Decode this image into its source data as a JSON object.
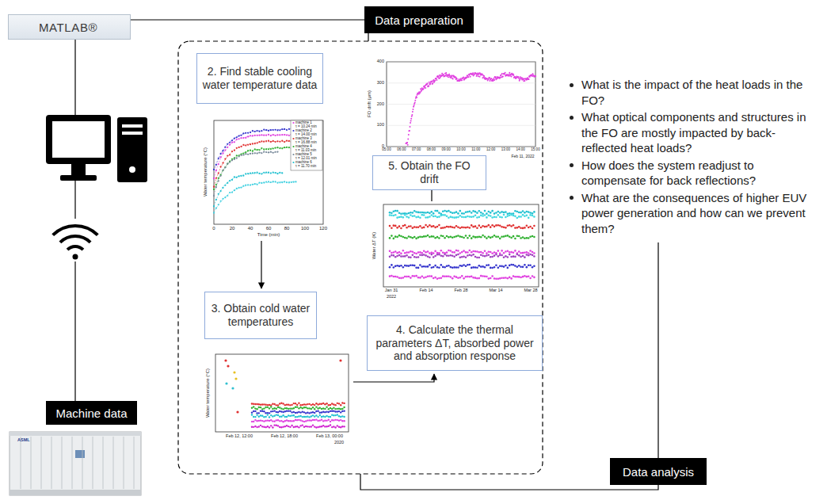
{
  "diagram": {
    "nodes": [
      {
        "text": [
          "MATLAB®"
        ]
      },
      {
        "text": [
          "Data preparation"
        ]
      },
      {
        "text": [
          "2. Find stable cooling water temperature data"
        ]
      },
      {
        "text": [
          "5. Obtain the FO drift"
        ]
      },
      {
        "text": [
          "3. Obtain cold water temperatures"
        ]
      },
      {
        "text": [
          "4. Calculate the thermal parameters ΔT, absorbed power and absorption response"
        ]
      },
      {
        "text": [
          "What is the impact of the heat loads in the FO?",
          "What optical components and structures in the FO are mostly impacted by back-reflected heat loads?",
          "How does the system readjust to compensate for back reflections?",
          "What are the consequences of higher EUV power generation and how can we prevent them?"
        ]
      },
      {
        "text": [
          "Data analysis"
        ]
      },
      {
        "text": [
          "Machine data"
        ]
      }
    ],
    "edges": [
      {
        "from": 0,
        "to": 1,
        "arrow": "none"
      },
      {
        "from": 0,
        "to": 8,
        "arrow": "none"
      },
      {
        "from": 6,
        "to": 7,
        "arrow": "none"
      }
    ],
    "labels": [
      "Water temperature (°C)",
      "0",
      "20",
      "40",
      "60",
      "80",
      "100",
      "120",
      "Time (min)",
      "machine 1",
      "τ = 10.24 min",
      "machine 2",
      "τ = 14.00 min",
      "machine 3",
      "τ = 16.88 min",
      "machine 4",
      "τ = 11.03 min",
      "machine 5",
      "τ = 12.01 min",
      "machine 6",
      "τ = 11.70 min",
      "Water temperature (°C)",
      "Feb 12, 12:00",
      "Feb 12, 18:00",
      "Feb 13, 00:00",
      "2020",
      "FO drift (μm)",
      "0",
      "100",
      "200",
      "300",
      "400",
      "05:00",
      "06:00",
      "07:00",
      "08:00",
      "09:00",
      "10:00",
      "11:00",
      "12:00",
      "13:00",
      "14:00",
      "15:00",
      "Feb 11, 2022",
      "Water ΔT (K)",
      "Jan 31",
      "Feb 14",
      "Feb 28",
      "Mar 14",
      "Mar 28",
      "2022",
      "ASML"
    ]
  }
}
